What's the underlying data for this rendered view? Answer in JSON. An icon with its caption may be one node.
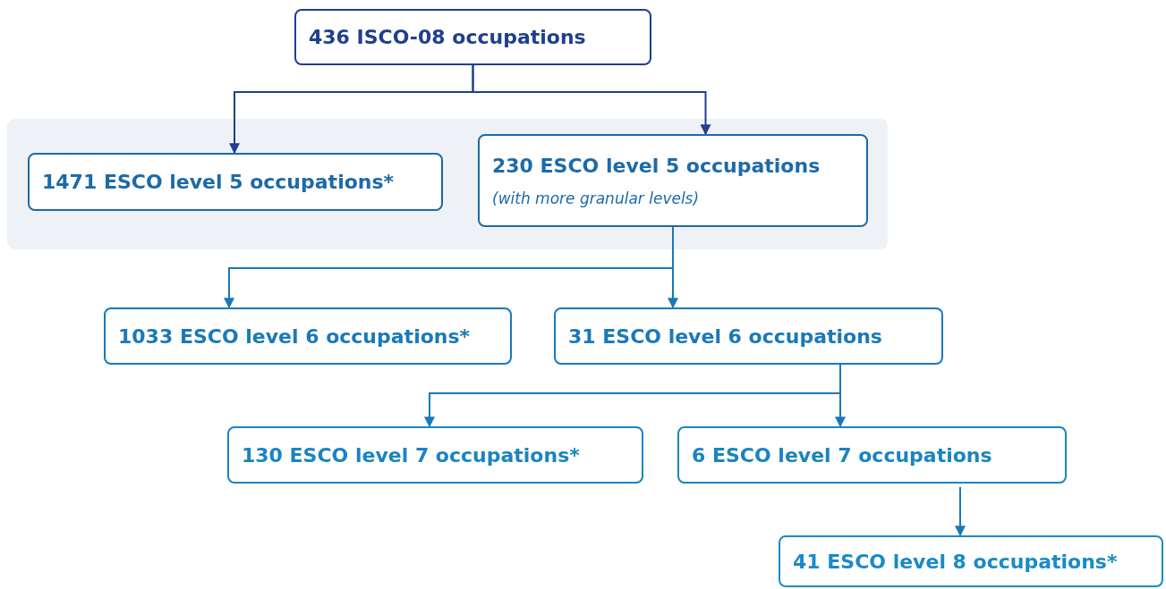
{
  "diagram": {
    "nodes": [
      {
        "text": [
          "436 ISCO-08 occupations"
        ]
      },
      {
        "text": [],
        "shape": "box"
      },
      {
        "text": [
          "1471 ESCO level 5 occupations*"
        ],
        "in": 1
      },
      {
        "text": [
          "230 ESCO level 5 occupations",
          "(with more granular levels)"
        ],
        "in": 1
      },
      {
        "text": [
          "1033 ESCO level 6 occupations*"
        ]
      },
      {
        "text": [
          "31 ESCO level 6 occupations"
        ]
      },
      {
        "text": [
          "130 ESCO level 7 occupations*"
        ]
      },
      {
        "text": [
          "6 ESCO level 7 occupations"
        ]
      },
      {
        "text": [
          "41 ESCO level 8 occupations*"
        ]
      }
    ],
    "edges": [
      {
        "from": 0,
        "to": 2,
        "arrow": "to",
        "color": "#1f3f8f"
      },
      {
        "from": 0,
        "to": 3,
        "arrow": "to",
        "color": "#1f3f8f"
      },
      {
        "from": 3,
        "to": 4,
        "arrow": "to"
      },
      {
        "from": 3,
        "to": 5,
        "arrow": "to"
      },
      {
        "from": 5,
        "to": 6,
        "arrow": "to"
      },
      {
        "from": 5,
        "to": 7,
        "arrow": "to"
      },
      {
        "from": 7,
        "to": 8,
        "arrow": "to"
      }
    ]
  }
}
